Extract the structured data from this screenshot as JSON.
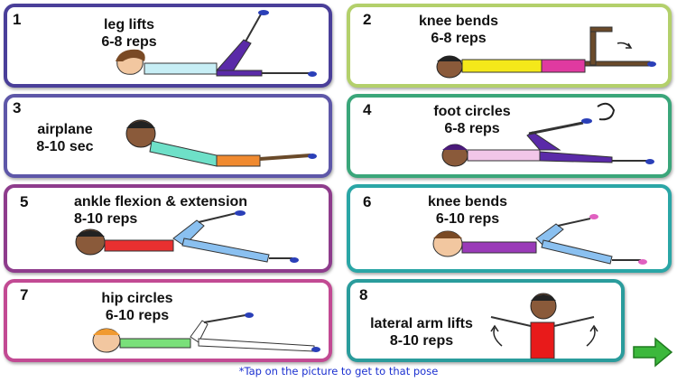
{
  "cards": [
    {
      "number": "1",
      "line1": "leg lifts",
      "line2": "6-8 reps",
      "border": "#4a3f99"
    },
    {
      "number": "2",
      "line1": "knee bends",
      "line2": "6-8 reps",
      "border": "#b3d06b"
    },
    {
      "number": "3",
      "line1": "airplane",
      "line2": "8-10 sec",
      "border": "#5e57a8"
    },
    {
      "number": "4",
      "line1": "foot circles",
      "line2": "6-8 reps",
      "border": "#3aa67a"
    },
    {
      "number": "5",
      "line1": "ankle flexion & extension",
      "line2": "8-10 reps",
      "border": "#8e3c8c"
    },
    {
      "number": "6",
      "line1": "knee bends",
      "line2": "6-10 reps",
      "border": "#2aa6a6"
    },
    {
      "number": "7",
      "line1": "hip circles",
      "line2": "6-10 reps",
      "border": "#c24a93"
    },
    {
      "number": "8",
      "line1": "lateral arm lifts",
      "line2": "8-10 reps",
      "border": "#2a9c9c"
    }
  ],
  "footer": {
    "text": "*Tap on the picture to get to that pose"
  },
  "next_arrow": {
    "icon": "right-arrow-icon",
    "color": "#3cb83c"
  }
}
